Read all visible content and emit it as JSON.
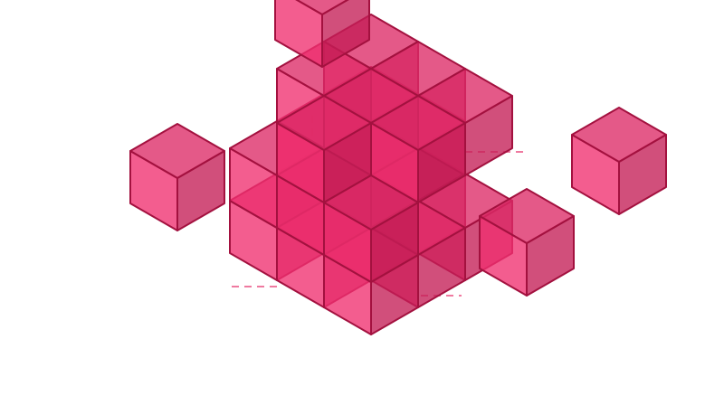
{
  "illustration": {
    "subject": "isometric-cube-assembly",
    "icon": "blocks-icon",
    "grid_dimensions": [
      3,
      3,
      3
    ],
    "removed_blocks": 4,
    "colors": {
      "background": "#ffffff",
      "top_face": "#dd2a66",
      "left_face": "#f0306f",
      "right_face": "#c41e56",
      "edge": "#a3113f",
      "dashed_guide": "#ef7aa0"
    },
    "face_opacity": 0.78
  }
}
